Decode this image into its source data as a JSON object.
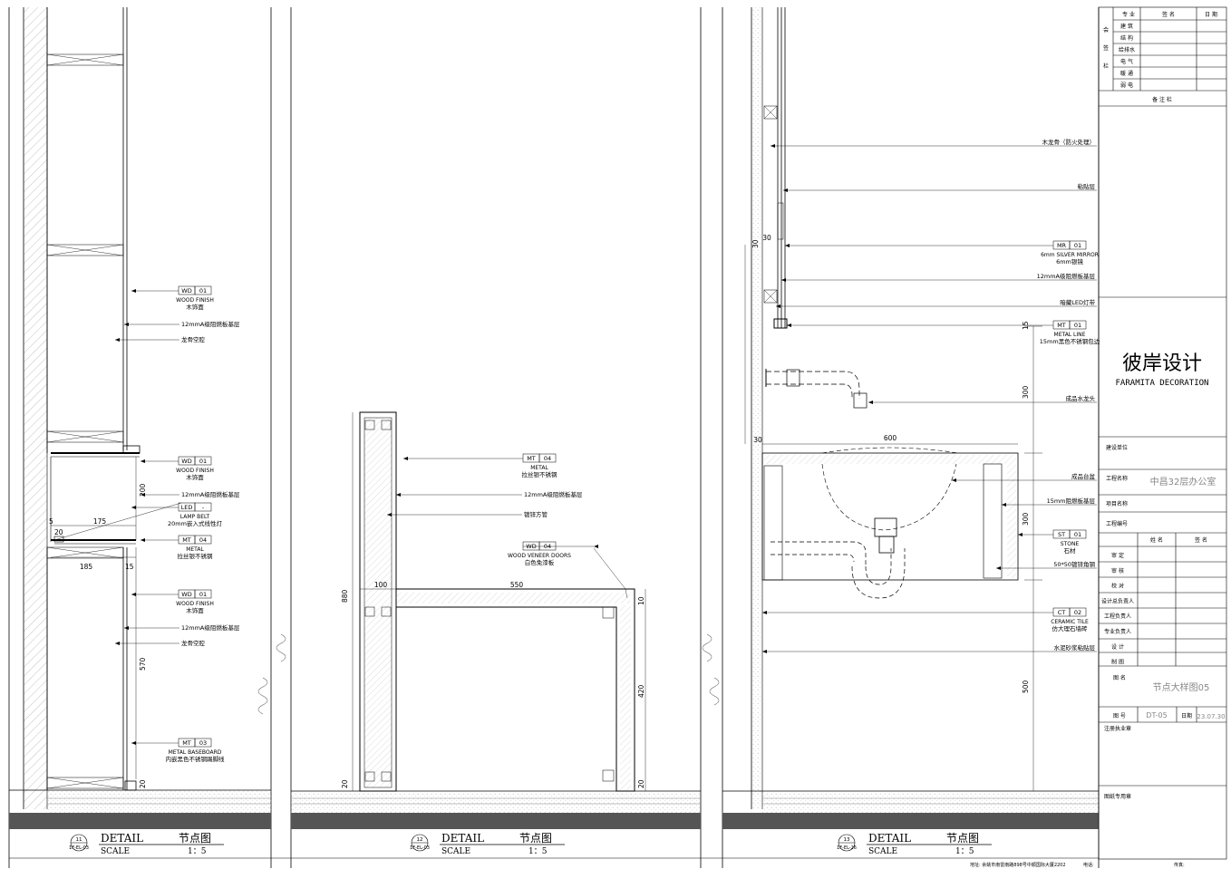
{
  "details": [
    {
      "num": "11",
      "ref": "1F-EL-03",
      "title_en": "DETAIL",
      "title_cn": "节点图",
      "scale_label": "SCALE",
      "scale_value": "1：5",
      "dims": [
        "200",
        "5",
        "20",
        "175",
        "185",
        "15",
        "570",
        "20"
      ],
      "annotations": [
        {
          "tag": "WD",
          "code": "01",
          "en": "WOOD FINISH",
          "cn": "木饰面"
        },
        {
          "text": "12mmA级阻燃板基层"
        },
        {
          "text": "龙骨空腔"
        },
        {
          "tag": "WD",
          "code": "01",
          "en": "WOOD FINISH",
          "cn": "木饰面"
        },
        {
          "text": "12mmA级阻燃板基层"
        },
        {
          "tag": "LED",
          "code": "-",
          "en": "LAMP BELT",
          "cn": "20mm嵌入式线性灯"
        },
        {
          "tag": "MT",
          "code": "04",
          "en": "METAL",
          "cn": "拉丝银不锈钢"
        },
        {
          "tag": "WD",
          "code": "01",
          "en": "WOOD FINISH",
          "cn": "木饰面"
        },
        {
          "text": "12mmA级阻燃板基层"
        },
        {
          "text": "龙骨空腔"
        },
        {
          "tag": "MT",
          "code": "03",
          "en": "METAL BASEBOARD",
          "cn": "内嵌黑色不锈钢踢脚线"
        }
      ]
    },
    {
      "num": "12",
      "ref": "1F-EL-03",
      "title_en": "DETAIL",
      "title_cn": "节点图",
      "scale_label": "SCALE",
      "scale_value": "1：5",
      "dims": [
        "880",
        "100",
        "550",
        "10",
        "420",
        "20",
        "20"
      ],
      "annotations": [
        {
          "tag": "MT",
          "code": "04",
          "en": "METAL",
          "cn": "拉丝银不锈钢"
        },
        {
          "text": "12mmA级阻燃板基层"
        },
        {
          "text": "镀锌方管"
        },
        {
          "tag": "WD",
          "code": "04",
          "en": "WOOD VENEER DOORS",
          "cn": "白色免漆板"
        }
      ]
    },
    {
      "num": "13",
      "ref": "1F-EL-26",
      "title_en": "DETAIL",
      "title_cn": "节点图",
      "scale_label": "SCALE",
      "scale_value": "1：5",
      "dims": [
        "30",
        "30",
        "15",
        "300",
        "30",
        "600",
        "300",
        "500"
      ],
      "annotations": [
        {
          "text": "木龙骨（防火处理）"
        },
        {
          "text": "粘贴层"
        },
        {
          "tag": "MR",
          "code": "01",
          "en": "6mm SILVER MIRROR",
          "cn": "6mm银镜"
        },
        {
          "text": "12mmA级阻燃板基层"
        },
        {
          "text": "暗藏LED灯带"
        },
        {
          "tag": "MT",
          "code": "01",
          "en": "METAL LINE",
          "cn": "15mm黑色不锈钢包边"
        },
        {
          "text": "成品水龙头"
        },
        {
          "text": "成品台盆"
        },
        {
          "text": "15mm阻燃板基层"
        },
        {
          "tag": "ST",
          "code": "01",
          "en": "STONE",
          "cn": "石材"
        },
        {
          "text": "50*50镀锌角钢"
        },
        {
          "tag": "CT",
          "code": "02",
          "en": "CERAMIC TILE",
          "cn": "仿大理石墙砖"
        },
        {
          "text": "水泥砂浆粘贴层"
        }
      ]
    }
  ],
  "title_block": {
    "sign_headers": [
      "专 业",
      "签 名",
      "日 期"
    ],
    "sign_side": [
      "会",
      "签",
      "栏"
    ],
    "disciplines": [
      "建 筑",
      "结 构",
      "给排水",
      "电 气",
      "暖 通",
      "弱 电"
    ],
    "remarks": "备 注 栏",
    "logo_cn": "彼岸设计",
    "logo_en": "FARAMITA DECORATION",
    "client_label": "建设单位",
    "project_label": "工程名称",
    "project_value": "中昌32层办公室",
    "item_label": "项目名称",
    "number_label": "工程编号",
    "role_headers": [
      "姓 名",
      "签 名"
    ],
    "roles": [
      "审 定",
      "审 核",
      "校 对",
      "设计总负责人",
      "工程负责人",
      "专业负责人",
      "设 计",
      "制 图"
    ],
    "drawing_name_label": "图 名",
    "drawing_name": "节点大样图05",
    "drawing_no_label": "图 号",
    "drawing_no": "DT-05",
    "date_label": "日期",
    "date_value": "23.07.30",
    "reg_seal": "注册执业章",
    "drawing_seal": "图纸专用章",
    "address": "地址: 余姚市南雷南路898号中顺国际大厦2202",
    "tel": "电话:",
    "fax": "传真:"
  }
}
